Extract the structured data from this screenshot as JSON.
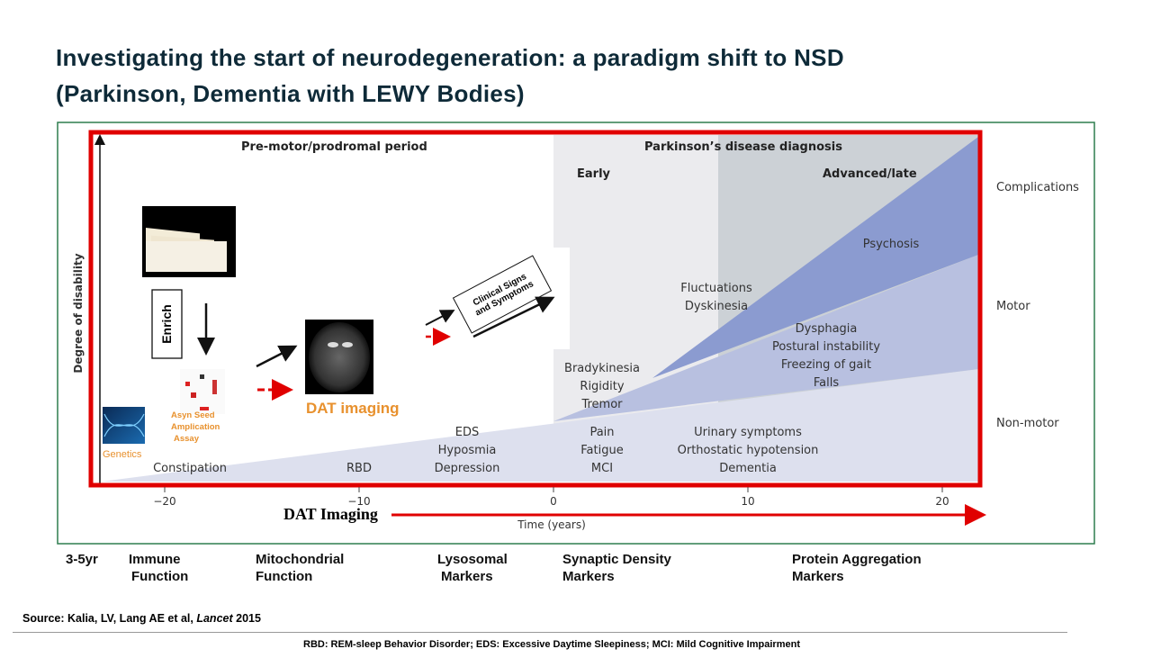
{
  "title_line1": "Investigating the start of neurodegeneration: a paradigm shift to NSD",
  "title_line2": "(Parkinson, Dementia with LEWY Bodies)",
  "diagram": {
    "phase_premotor": "Pre-motor/prodromal period",
    "phase_diagnosis": "Parkinson’s disease diagnosis",
    "phase_early": "Early",
    "phase_advanced": "Advanced/late",
    "y_axis_label": "Degree of disability",
    "x_axis_label": "Time (years)",
    "x_ticks": [
      "−20",
      "−10",
      "0",
      "10",
      "20"
    ],
    "categories": [
      "Complications",
      "Motor",
      "Non-motor"
    ],
    "enrich": "Enrich",
    "clinical_box": "Clinical Signs and Symptoms",
    "asyn_lines": [
      "Asyn Seed",
      "Amplication",
      "Assay"
    ],
    "genetics": "Genetics",
    "dat_imaging": "DAT imaging",
    "dat_imaging_arrow": "DAT Imaging",
    "symptoms": {
      "constipation": "Constipation",
      "rbd": "RBD",
      "eds": "EDS",
      "hyposmia": "Hyposmia",
      "depression": "Depression",
      "brady": "Bradykinesia",
      "rigidity": "Rigidity",
      "tremor": "Tremor",
      "pain": "Pain",
      "fatigue": "Fatigue",
      "mci": "MCI",
      "urinary": "Urinary symptoms",
      "ortho": "Orthostatic hypotension",
      "dementia": "Dementia",
      "fluct": "Fluctuations",
      "dysk": "Dyskinesia",
      "dysphagia": "Dysphagia",
      "postural": "Postural instability",
      "freezing": "Freezing of gait",
      "falls": "Falls",
      "psychosis": "Psychosis"
    }
  },
  "markers": {
    "timeframe": "3-5yr",
    "immune": [
      "Immune",
      "Function"
    ],
    "mito": [
      "Mitochondrial",
      "Function"
    ],
    "lyso": [
      "Lysosomal",
      "Markers"
    ],
    "synaptic": [
      "Synaptic Density",
      "Markers"
    ],
    "protein": [
      "Protein Aggregation",
      "Markers"
    ]
  },
  "source_prefix": "Source: Kalia, LV, Lang AE et al, ",
  "source_journal": "Lancet",
  "source_year": " 2015",
  "footnote": "RBD: REM-sleep Behavior Disorder; EDS: Excessive Daytime Sleepiness; MCI: Mild Cognitive Impairment",
  "colors": {
    "red": "#e00000",
    "orange": "#e8912e",
    "green": "#2e7d4f"
  }
}
